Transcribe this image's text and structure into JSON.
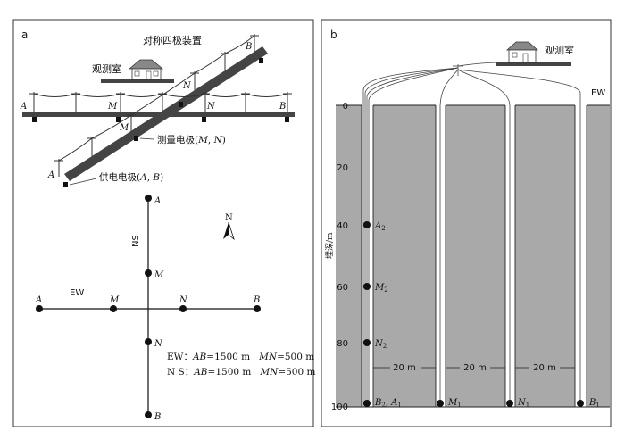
{
  "panel_a": {
    "letter": "a",
    "title": "对称四极装置",
    "station": "观测室",
    "meas_label": "测量电极(",
    "meas_M": "M",
    "meas_sep": ", ",
    "meas_N": "N",
    "supply_label": "供电电极(",
    "supply_A": "A",
    "supply_sep": ", ",
    "supply_B": "B",
    "close_paren": ")",
    "ew_A": "A",
    "ew_M": "M",
    "ew_N": "N",
    "ew_B": "B",
    "ns_A": "A",
    "ns_M": "M",
    "ns_N": "N",
    "ns_B": "B",
    "persp_B_top": "B",
    "persp_N": "N",
    "persp_M": "M",
    "persp_A_bottom": "A",
    "north": "N",
    "cross": {
      "ew_label": "EW",
      "ns_label": "NS",
      "pt_A_ew": "A",
      "pt_M_ew": "M",
      "pt_N_ew": "N",
      "pt_B_ew": "B",
      "pt_A_ns": "A",
      "pt_M_ns": "M",
      "pt_N_ns": "N",
      "pt_B_ns": "B"
    },
    "legend": {
      "ew_prefix": "EW：",
      "ns_prefix": "N S：",
      "ab": "AB",
      "ab_val": "=1500 m",
      "mn": "MN",
      "mn_val": "=500 m"
    }
  },
  "panel_b": {
    "letter": "b",
    "station": "观测室",
    "ew": "EW",
    "axis_label": "埋深/m",
    "depth_ticks": [
      "0",
      "20",
      "40",
      "60",
      "80",
      "100"
    ],
    "spacing": "20 m",
    "elec_A2": "A",
    "elec_A2_sub": "2",
    "elec_M2": "M",
    "elec_M2_sub": "2",
    "elec_N2": "N",
    "elec_N2_sub": "2",
    "elec_B2A1": "B",
    "elec_B2A1_sub": "2",
    "elec_B2A1_sep": ", A",
    "elec_B2A1_sub2": "1",
    "elec_M1": "M",
    "elec_M1_sub": "1",
    "elec_N1": "N",
    "elec_N1_sub": "1",
    "elec_B1": "B",
    "elec_B1_sub": "1"
  }
}
